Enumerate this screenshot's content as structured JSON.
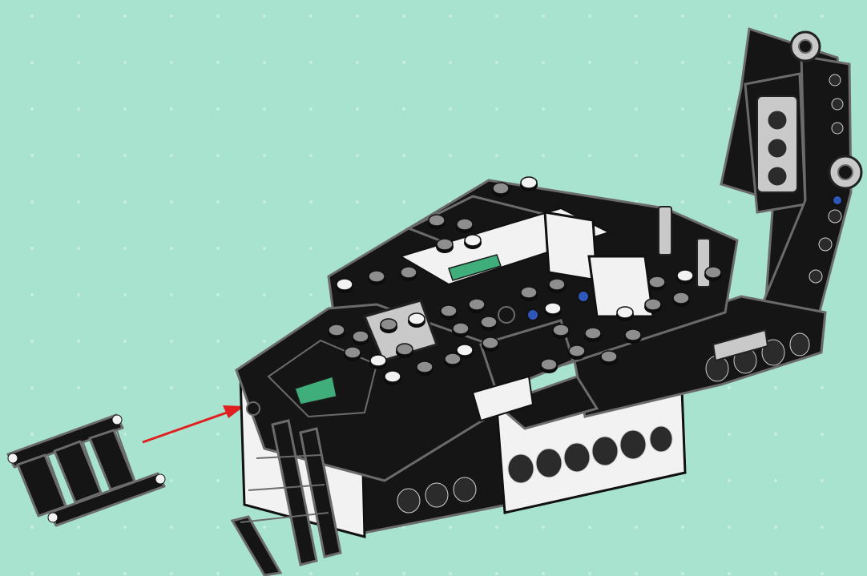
{
  "scene": {
    "background_color": "#a8e3cf",
    "dot_color": "#c4efe0",
    "brick_black": "#151515",
    "brick_edge": "#6b6b6b",
    "brick_white": "#f2f2f2",
    "brick_gray": "#8e8e8e",
    "trans_clear": "#c9c9c9",
    "accent_blue": "#2d57b8",
    "accent_green": "#3fae7a",
    "arrow_color": "#e02020"
  },
  "parts": {
    "loose_part": "ladder",
    "assembly": "black-white-vehicle",
    "callout": "red-arrow"
  }
}
